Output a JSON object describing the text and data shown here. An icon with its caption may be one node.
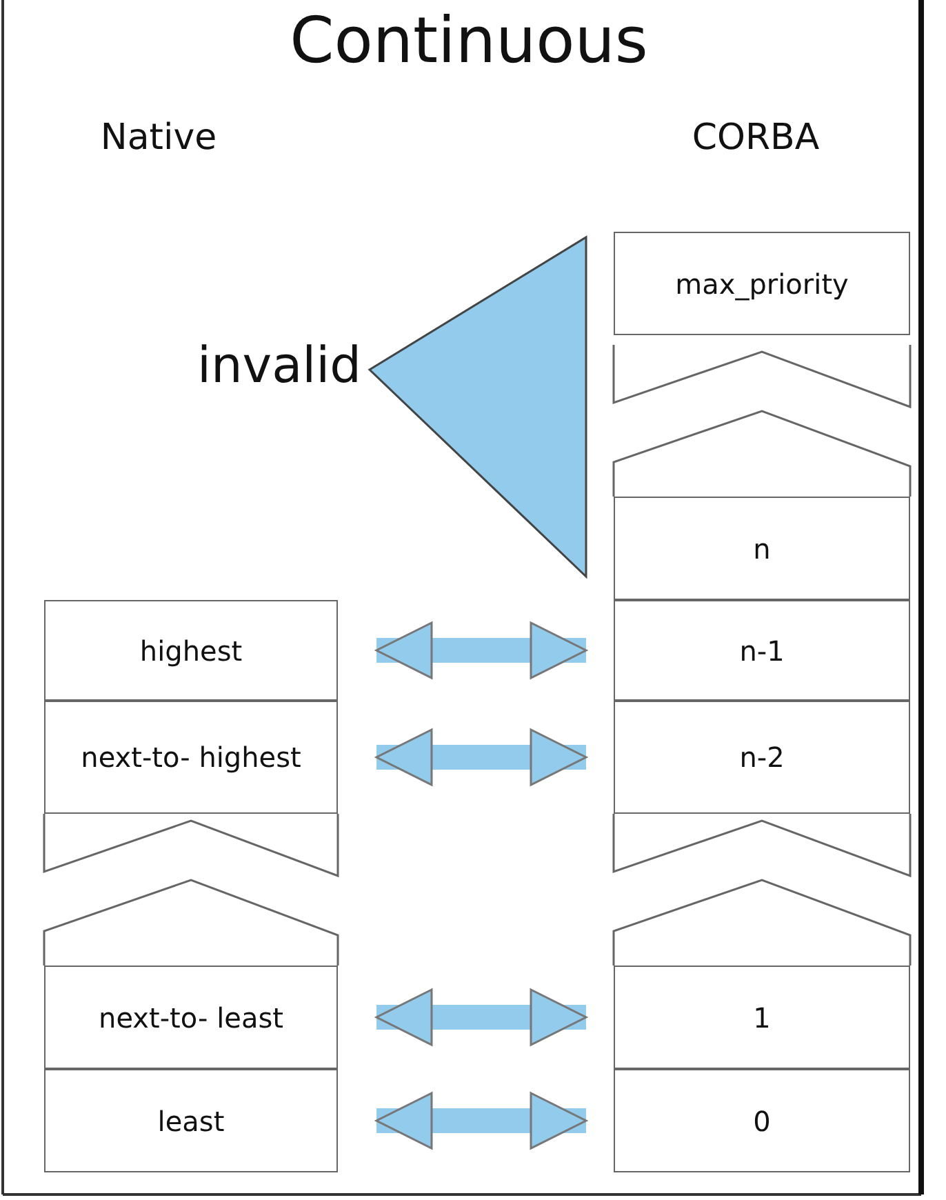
{
  "diagram": {
    "title": "Continuous",
    "nodes": [
      {
        "text": [
          "max_priority"
        ]
      },
      {
        "text": [],
        "shape": "triangle",
        "beside": [
          "invalid"
        ]
      },
      {
        "text": [
          "n"
        ]
      },
      {
        "text": [
          "highest"
        ]
      },
      {
        "text": [
          "n-1"
        ]
      },
      {
        "text": [
          "next-to- highest"
        ]
      },
      {
        "text": [
          "n-2"
        ]
      },
      {
        "text": [
          "next-to- least"
        ]
      },
      {
        "text": [
          "1"
        ]
      },
      {
        "text": [
          "least"
        ]
      },
      {
        "text": [
          "0"
        ]
      }
    ],
    "edges": [
      {
        "from": 3,
        "to": 4,
        "arrow": "both"
      },
      {
        "from": 5,
        "to": 6,
        "arrow": "both"
      },
      {
        "from": 7,
        "to": 8,
        "arrow": "both"
      },
      {
        "from": 9,
        "to": 10,
        "arrow": "both"
      }
    ],
    "labels": [
      "Native",
      "CORBA"
    ]
  }
}
